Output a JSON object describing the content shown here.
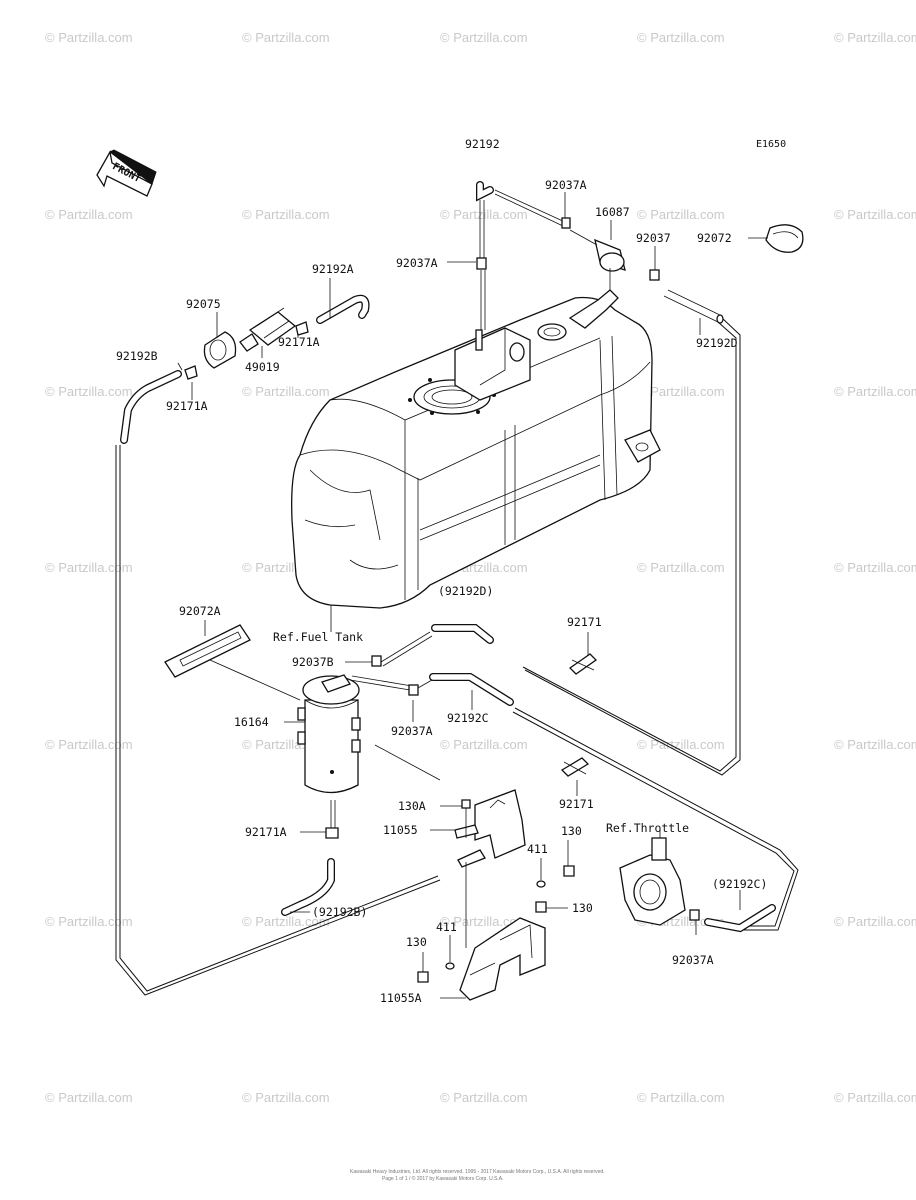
{
  "diagram_code": "E1650",
  "front_label": "FRONT",
  "watermark": "© Partzilla.com",
  "ref_labels": {
    "fuel_tank": "Ref.Fuel Tank",
    "throttle": "Ref.Throttle"
  },
  "part_labels": {
    "p92192_top": "92192",
    "p92037A_top": "92037A",
    "p16087": "16087",
    "p92037": "92037",
    "p92072": "92072",
    "p92192A": "92192A",
    "p92037A_left": "92037A",
    "p92192D": "92192D",
    "p92075": "92075",
    "p92171A_top": "92171A",
    "p49019": "49019",
    "p92192B": "92192B",
    "p92171A_left": "92171A",
    "p92192D_ref": "(92192D)",
    "p92072A": "92072A",
    "p92171_top": "92171",
    "p92037B": "92037B",
    "p16164": "16164",
    "p92037A_mid": "92037A",
    "p92192C": "92192C",
    "p92171_mid": "92171",
    "p130A": "130A",
    "p11055": "11055",
    "p130_right": "130",
    "p92171A_bottom": "92171A",
    "p411_right": "411",
    "p130_mid": "130",
    "p92192C_ref": "(92192C)",
    "p92192B_ref": "(92192B)",
    "p411_left": "411",
    "p130_left": "130",
    "p92037A_bottom": "92037A",
    "p11055A": "11055A"
  },
  "copyright_lines": [
    "Kawasaki Heavy Industries, Ltd. All rights reserved. 1995 - 2017 Kawasaki Motors Corp., U.S.A. All rights reserved.",
    "Page 1 of 1 / © 2017 by Kawasaki Motors Corp. U.S.A."
  ]
}
